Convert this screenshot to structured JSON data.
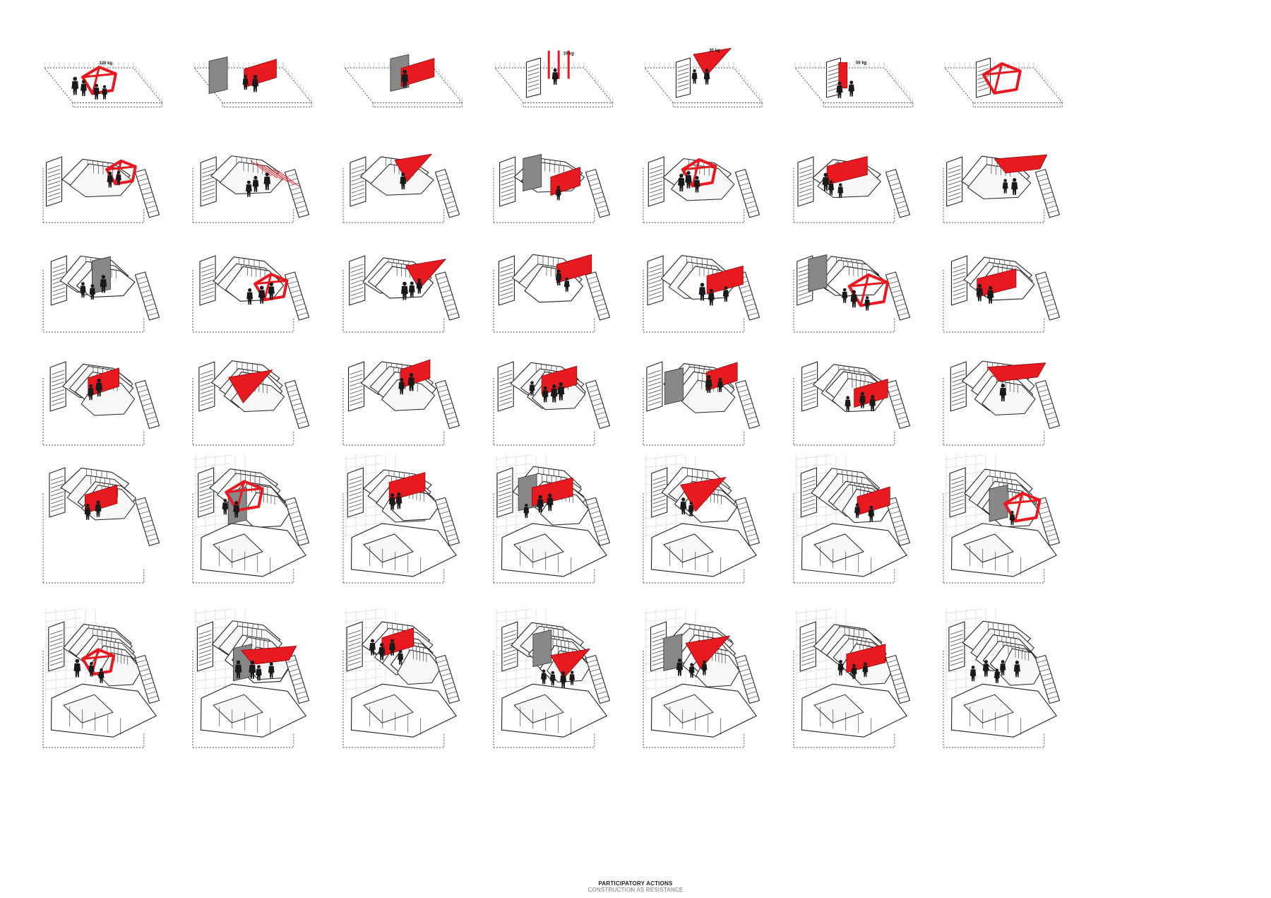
{
  "caption": {
    "title": "PARTICIPATORY ACTIONS",
    "subtitle": "CONSTRUCTION AS RESISTANCE"
  },
  "colors": {
    "accent": "#e8191f",
    "ink": "#1a1a1a",
    "grey_panel": "#888888"
  },
  "weights": [
    "120 kg",
    "10 kg",
    "30 kg",
    "50 kg"
  ],
  "grid": {
    "rows": 6,
    "cols": 7
  },
  "steps": [
    {
      "row": 0,
      "col": 0,
      "stage": 1,
      "red": "frame",
      "people": 4,
      "weight": "120 kg"
    },
    {
      "row": 0,
      "col": 1,
      "stage": 1,
      "red": "panel",
      "people": 2,
      "grey": true
    },
    {
      "row": 0,
      "col": 2,
      "stage": 1,
      "red": "panel",
      "people": 1,
      "grey": true
    },
    {
      "row": 0,
      "col": 3,
      "stage": 1,
      "red": "posts",
      "people": 1,
      "weight": "10 kg"
    },
    {
      "row": 0,
      "col": 4,
      "stage": 1,
      "red": "tri",
      "people": 2,
      "weight": "30 kg"
    },
    {
      "row": 0,
      "col": 5,
      "stage": 1,
      "red": "door",
      "people": 2,
      "weight": "50 kg"
    },
    {
      "row": 0,
      "col": 6,
      "stage": 1,
      "red": "frame",
      "people": 0
    },
    {
      "row": 1,
      "col": 0,
      "stage": 2,
      "red": "frame",
      "people": 2
    },
    {
      "row": 1,
      "col": 1,
      "stage": 2,
      "red": "ribs",
      "people": 3
    },
    {
      "row": 1,
      "col": 2,
      "stage": 2,
      "red": "tri",
      "people": 1
    },
    {
      "row": 1,
      "col": 3,
      "stage": 2,
      "red": "panel",
      "people": 1,
      "grey": true
    },
    {
      "row": 1,
      "col": 4,
      "stage": 2,
      "red": "frame",
      "people": 3
    },
    {
      "row": 1,
      "col": 5,
      "stage": 2,
      "red": "panel",
      "people": 3
    },
    {
      "row": 1,
      "col": 6,
      "stage": 2,
      "red": "roof",
      "people": 2
    },
    {
      "row": 2,
      "col": 0,
      "stage": 3,
      "red": "none",
      "people": 3,
      "grey": true
    },
    {
      "row": 2,
      "col": 1,
      "stage": 3,
      "red": "frame",
      "people": 3
    },
    {
      "row": 2,
      "col": 2,
      "stage": 3,
      "red": "tri",
      "people": 3
    },
    {
      "row": 2,
      "col": 3,
      "stage": 3,
      "red": "panel",
      "people": 2
    },
    {
      "row": 2,
      "col": 4,
      "stage": 3,
      "red": "panel",
      "people": 3
    },
    {
      "row": 2,
      "col": 5,
      "stage": 3,
      "red": "frame",
      "people": 3,
      "grey": true
    },
    {
      "row": 2,
      "col": 6,
      "stage": 3,
      "red": "panel",
      "people": 2
    },
    {
      "row": 3,
      "col": 0,
      "stage": 4,
      "red": "panel",
      "people": 2
    },
    {
      "row": 3,
      "col": 1,
      "stage": 4,
      "red": "tri",
      "people": 0
    },
    {
      "row": 3,
      "col": 2,
      "stage": 4,
      "red": "panel",
      "people": 2
    },
    {
      "row": 3,
      "col": 3,
      "stage": 4,
      "red": "panel",
      "people": 4
    },
    {
      "row": 3,
      "col": 4,
      "stage": 4,
      "red": "panel",
      "people": 2,
      "grey": true
    },
    {
      "row": 3,
      "col": 5,
      "stage": 4,
      "red": "panel",
      "people": 3
    },
    {
      "row": 3,
      "col": 6,
      "stage": 4,
      "red": "roof",
      "people": 1
    },
    {
      "row": 4,
      "col": 0,
      "stage": 4,
      "red": "panel",
      "people": 2
    },
    {
      "row": 4,
      "col": 1,
      "stage": 5,
      "red": "frame",
      "people": 2,
      "grey": true
    },
    {
      "row": 4,
      "col": 2,
      "stage": 5,
      "red": "panel",
      "people": 2
    },
    {
      "row": 4,
      "col": 3,
      "stage": 5,
      "red": "panel",
      "people": 3,
      "grey": true
    },
    {
      "row": 4,
      "col": 4,
      "stage": 5,
      "red": "tri",
      "people": 2
    },
    {
      "row": 4,
      "col": 5,
      "stage": 5,
      "red": "panel",
      "people": 2
    },
    {
      "row": 4,
      "col": 6,
      "stage": 5,
      "red": "frame",
      "people": 1,
      "grey": true
    },
    {
      "row": 5,
      "col": 0,
      "stage": 6,
      "red": "frame",
      "people": 3
    },
    {
      "row": 5,
      "col": 1,
      "stage": 6,
      "red": "roof",
      "people": 4,
      "grey": true
    },
    {
      "row": 5,
      "col": 2,
      "stage": 6,
      "red": "panel",
      "people": 4
    },
    {
      "row": 5,
      "col": 3,
      "stage": 6,
      "red": "tri",
      "people": 4,
      "grey": true
    },
    {
      "row": 5,
      "col": 4,
      "stage": 6,
      "red": "tri",
      "people": 3,
      "grey": true
    },
    {
      "row": 5,
      "col": 5,
      "stage": 6,
      "red": "panel",
      "people": 3
    },
    {
      "row": 5,
      "col": 6,
      "stage": 6,
      "red": "none",
      "people": 5
    }
  ]
}
